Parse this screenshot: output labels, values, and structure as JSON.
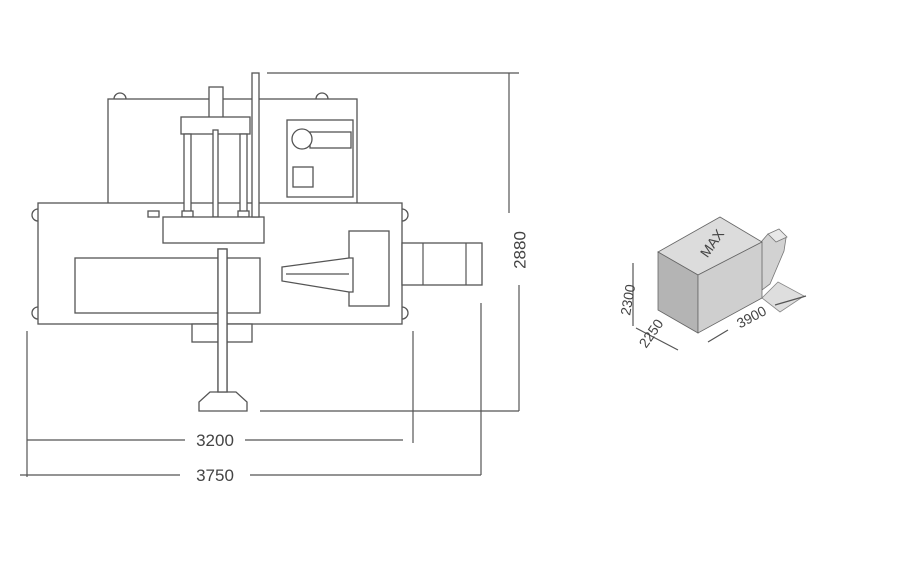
{
  "plan_view": {
    "dimensions": {
      "width_inner": "3200",
      "width_overall": "3750",
      "depth": "2880"
    }
  },
  "envelope_box": {
    "label": "MAX",
    "height": "2300",
    "depth": "2250",
    "length": "3900",
    "colors": {
      "top": "#dcdcdc",
      "front": "#b4b4b4",
      "side": "#cfcfcf"
    }
  }
}
